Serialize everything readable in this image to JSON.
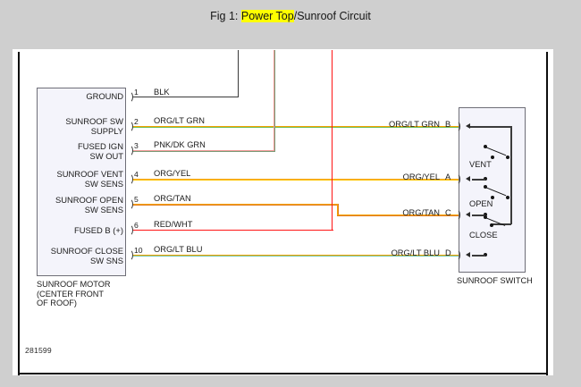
{
  "caption": {
    "prefix": "Fig 1: ",
    "highlight": "Power Top",
    "suffix": "/Sunroof Circuit"
  },
  "doc_id": "281599",
  "colors": {
    "highlight": "#ffff00",
    "page_background": "#cfcfcf",
    "canvas_background": "#ffffff",
    "box_fill": "#f4f4fb",
    "box_border": "#6e6e77",
    "frame": "#0d0d0d",
    "black_wire": "#3a3a3a",
    "orange": "#f5a200",
    "light_green": "#6fbf5a",
    "pink": "#f09a96",
    "dark_green": "#7a9b78",
    "yellow": "#ffc400",
    "tan": "#e07b18",
    "red": "#ff1414",
    "white_wire": "#d9d9d9",
    "light_blue": "#6fc7a8"
  },
  "motor_connector": {
    "caption": "SUNROOF MOTOR\n(CENTER FRONT\nOF ROOF)",
    "pins": [
      {
        "number": "1",
        "label": "GROUND",
        "wire": "BLK"
      },
      {
        "number": "2",
        "label": "SUNROOF SW\nSUPPLY",
        "wire": "ORG/LT GRN"
      },
      {
        "number": "3",
        "label": "FUSED IGN\nSW OUT",
        "wire": "PNK/DK GRN"
      },
      {
        "number": "4",
        "label": "SUNROOF VENT\nSW SENS",
        "wire": "ORG/YEL"
      },
      {
        "number": "5",
        "label": "SUNROOF OPEN\nSW SENS",
        "wire": "ORG/TAN"
      },
      {
        "number": "6",
        "label": "FUSED B (+)",
        "wire": "RED/WHT"
      },
      {
        "number": "10",
        "label": "SUNROOF CLOSE\nSW SNS",
        "wire": "ORG/LT BLU"
      }
    ]
  },
  "switch_connector": {
    "caption": "SUNROOF SWITCH",
    "pins": [
      {
        "letter": "B",
        "wire": "ORG/LT GRN"
      },
      {
        "letter": "A",
        "wire": "ORG/YEL"
      },
      {
        "letter": "C",
        "wire": "ORG/TAN"
      },
      {
        "letter": "D",
        "wire": "ORG/LT BLU"
      }
    ],
    "positions": [
      {
        "name": "VENT"
      },
      {
        "name": "OPEN"
      },
      {
        "name": "CLOSE"
      }
    ]
  }
}
